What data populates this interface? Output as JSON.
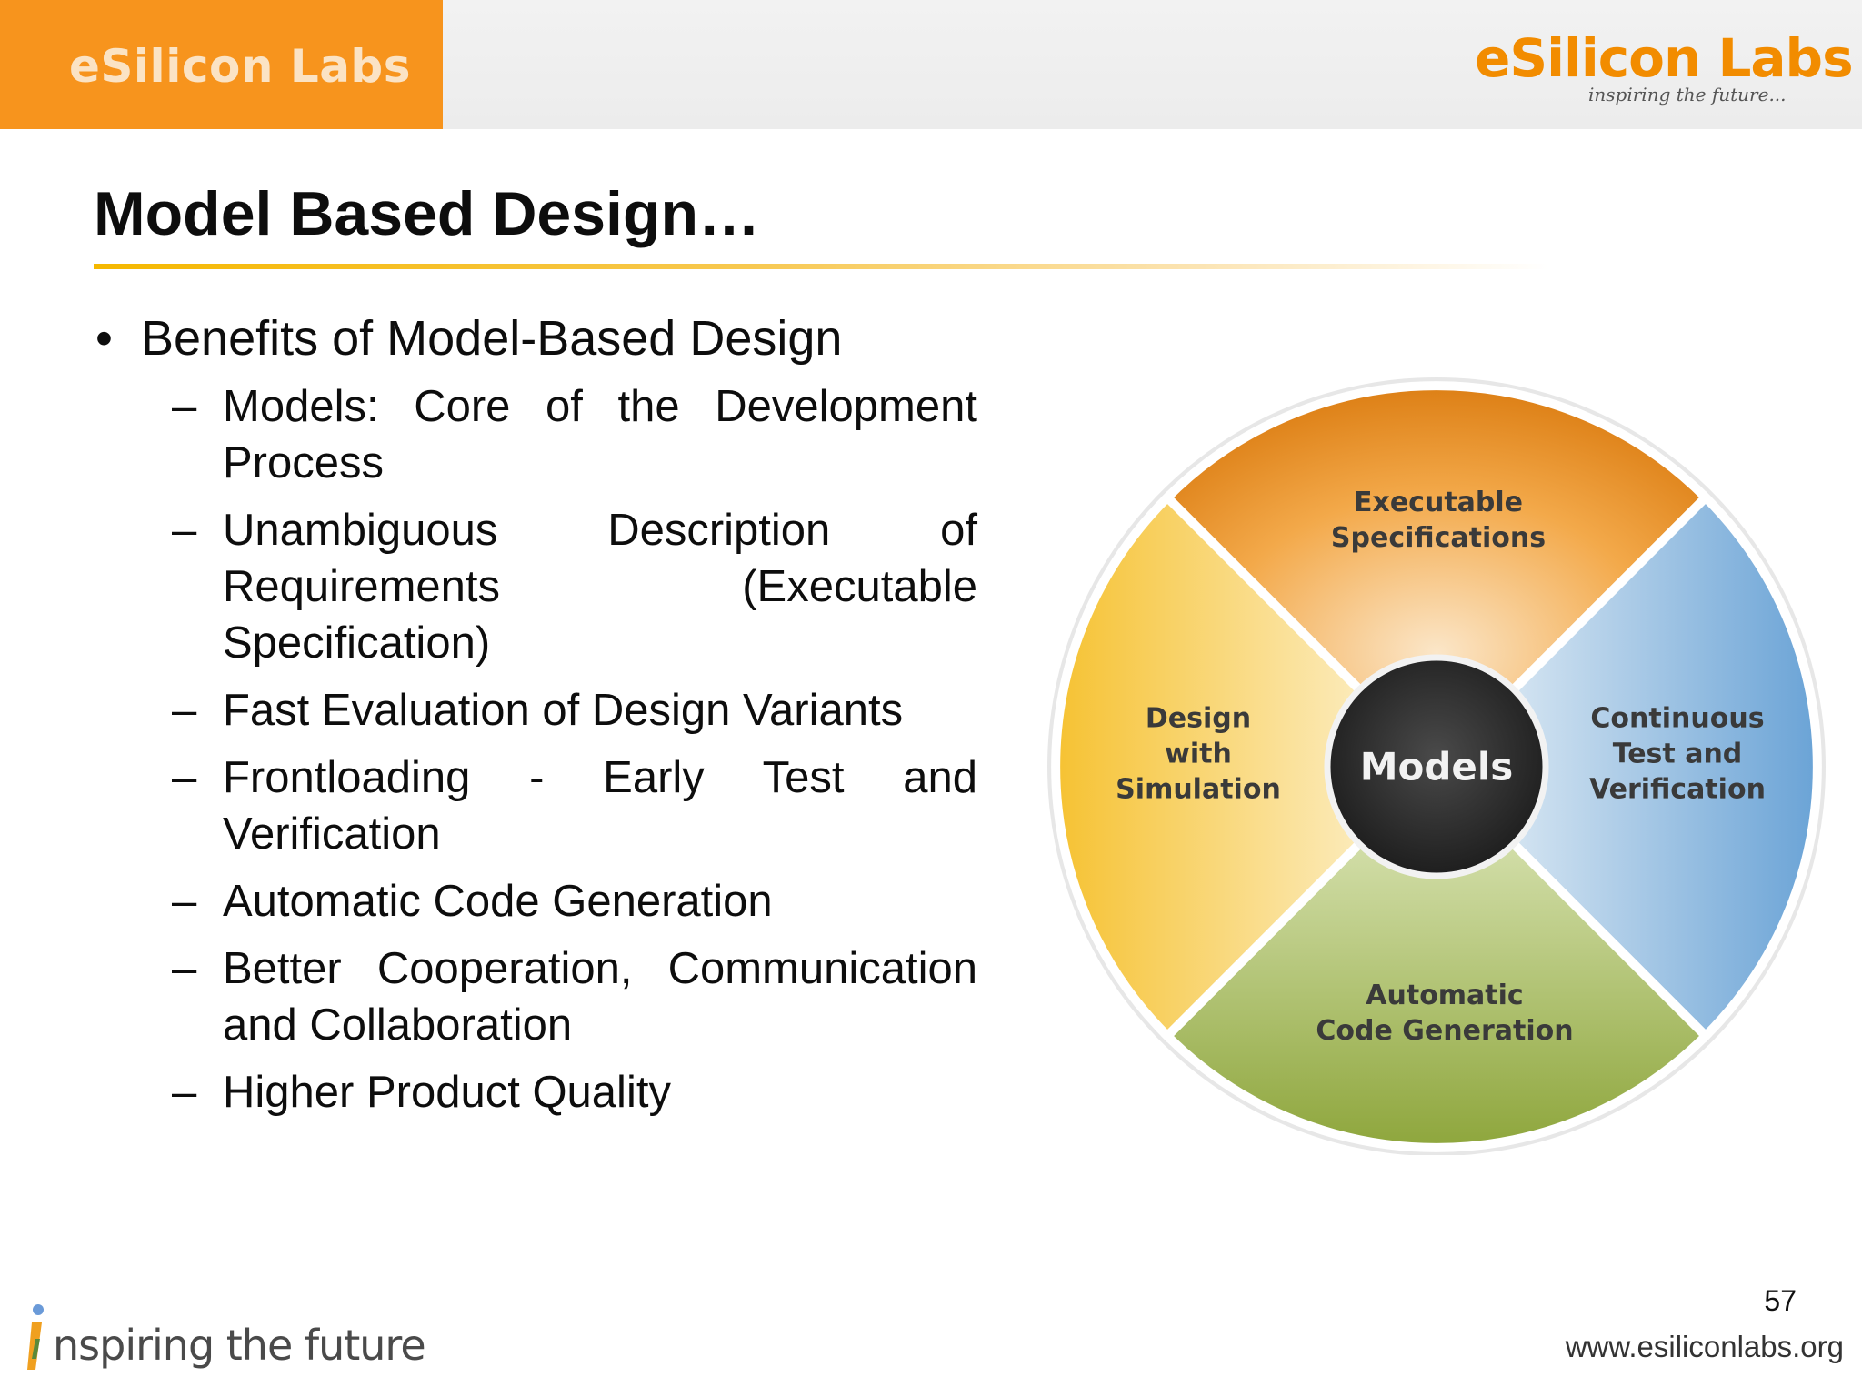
{
  "header": {
    "brand_label": "eSilicon Labs",
    "logo_text": "eSilicon Labs",
    "logo_tagline": "inspiring the future...",
    "accent_color": "#f7941d"
  },
  "slide": {
    "title": "Model Based Design…",
    "bullet": "Benefits of Model-Based Design",
    "sub_items": [
      "Models: Core of the Development Process",
      "Unambiguous Description of Requirements (Executable Specification)",
      "Fast Evaluation of Design Variants",
      "Frontloading - Early Test and Verification",
      "Automatic Code Generation",
      "Better Cooperation, Communication and Collaboration",
      "Higher Product Quality"
    ]
  },
  "diagram": {
    "center": "Models",
    "segments": {
      "top": [
        "Executable",
        "Specifications"
      ],
      "left": [
        "Design",
        "with",
        "Simulation"
      ],
      "right": [
        "Continuous",
        "Test and",
        "Verification"
      ],
      "bottom": [
        "Automatic",
        "Code Generation"
      ]
    },
    "colors": {
      "top": "#e8891e",
      "left": "#f7c948",
      "right": "#7fb0dc",
      "bottom": "#9bb04a",
      "center": "#2d2d2d"
    }
  },
  "footer": {
    "page_number": "57",
    "url": "www.esiliconlabs.org",
    "tagline": "inspiring the future"
  }
}
